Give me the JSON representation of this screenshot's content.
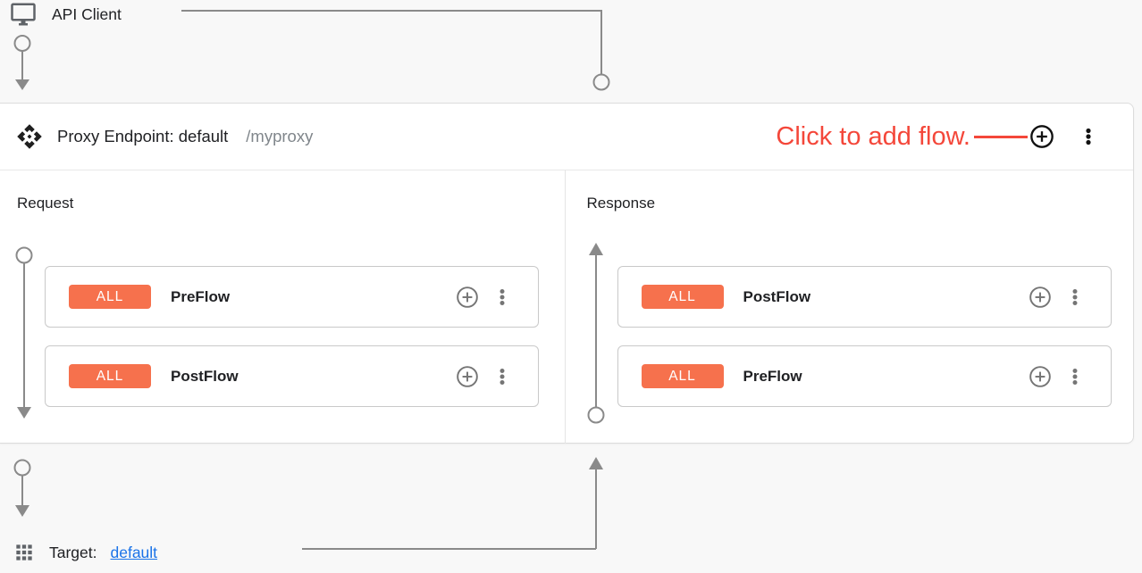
{
  "colors": {
    "background": "#f8f8f8",
    "accent_red": "#f4473a",
    "badge_orange": "#f6714d",
    "link_blue": "#1a73e8",
    "connector_gray": "#8a8a8a",
    "icon_gray": "#757575",
    "text_dark": "#202124",
    "text_gray": "#80868b"
  },
  "icons": {
    "client": "desktop-monitor-icon",
    "endpoint": "api-diamond-icon",
    "add": "plus-circle-icon",
    "menu": "kebab-menu-icon",
    "target": "apps-grid-icon"
  },
  "api_client": {
    "label": "API Client"
  },
  "proxy_endpoint": {
    "title": "Proxy Endpoint: default",
    "basepath": "/myproxy",
    "annotation": "Click to add flow.",
    "request": {
      "label": "Request",
      "flows": [
        {
          "badge": "ALL",
          "name": "PreFlow"
        },
        {
          "badge": "ALL",
          "name": "PostFlow"
        }
      ]
    },
    "response": {
      "label": "Response",
      "flows": [
        {
          "badge": "ALL",
          "name": "PostFlow"
        },
        {
          "badge": "ALL",
          "name": "PreFlow"
        }
      ]
    }
  },
  "target": {
    "label": "Target:",
    "link": "default"
  }
}
